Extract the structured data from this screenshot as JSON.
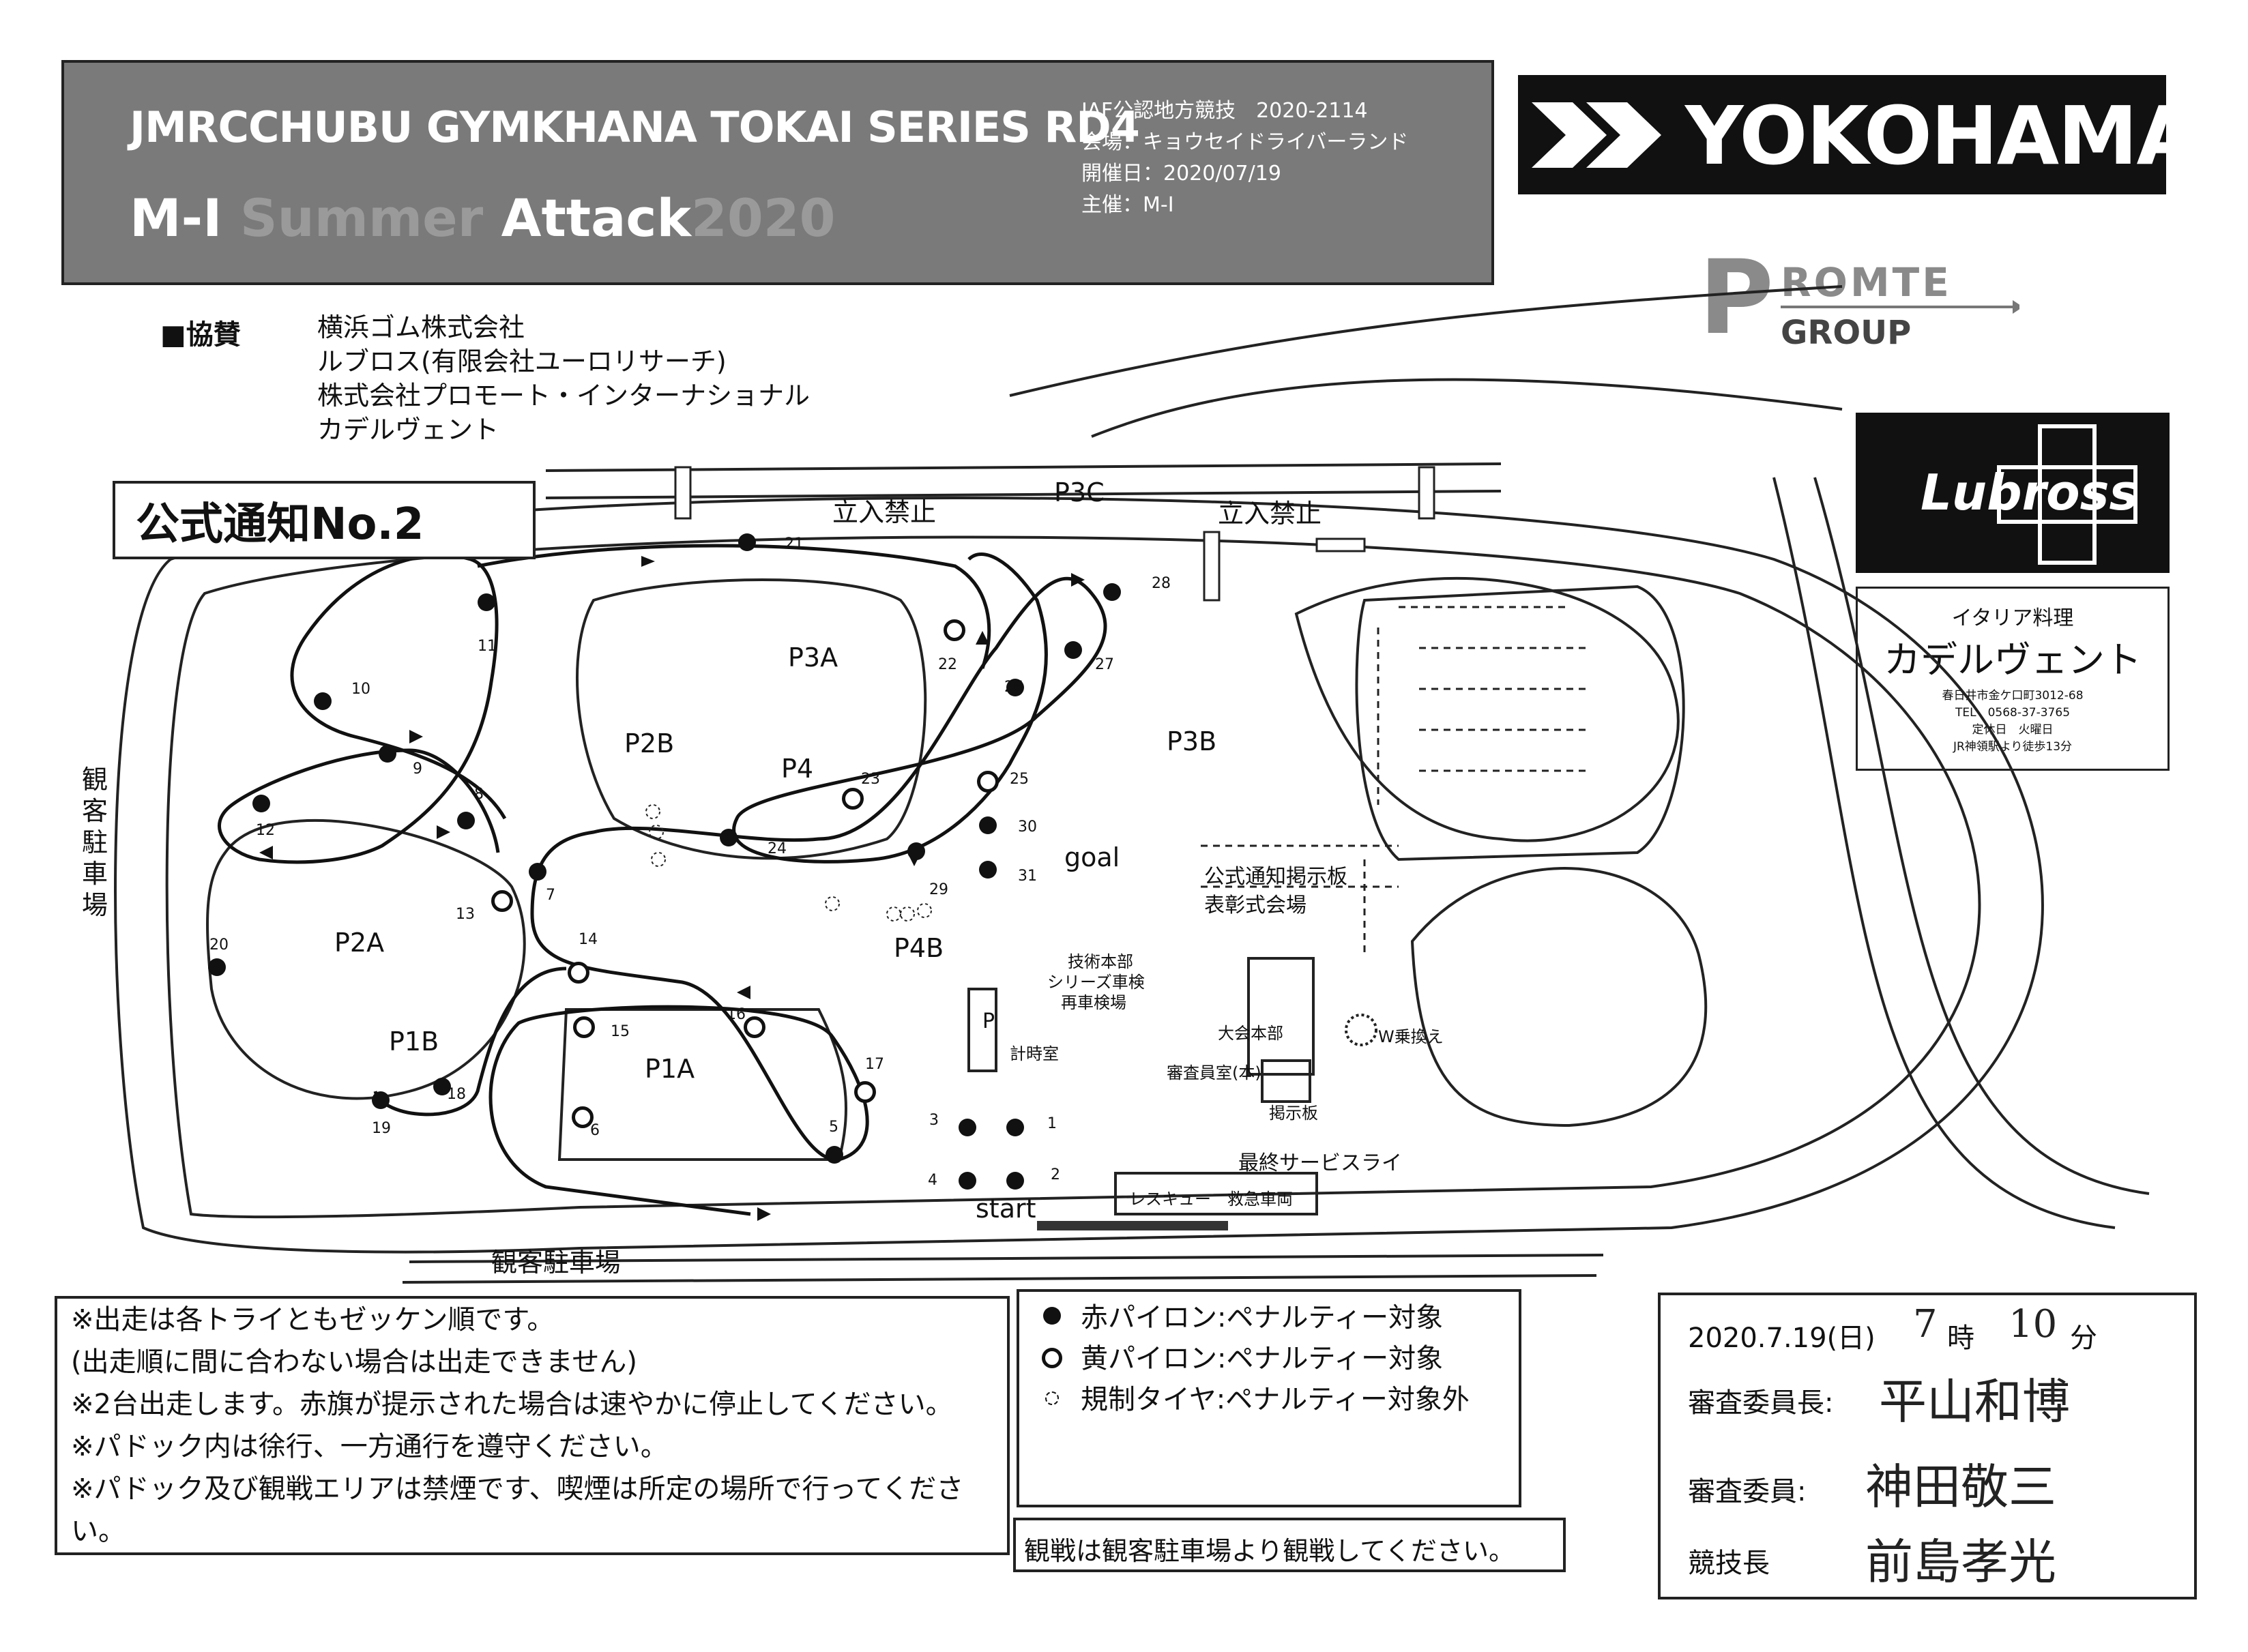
{
  "header": {
    "title": "JMRCCHUBU GYMKHANA TOKAI SERIES RD4",
    "subtitle_parts": [
      "M-I ",
      "Summer ",
      "Attack",
      "2020"
    ],
    "info_lines": [
      "JAF公認地方競技　2020-2114",
      "会場：キョウセイドライバーランド",
      "開催日：2020/07/19",
      "主催：M-I"
    ]
  },
  "sponsors": {
    "heading": "■協賛",
    "items": [
      "横浜ゴム株式会社",
      "ルブロス(有限会社ユーロリサーチ)",
      "株式会社プロモート・インターナショナル",
      "カデルヴェント"
    ]
  },
  "logos": {
    "yokohama": "YOKOHAMA",
    "promte_p": "P",
    "promte_name": "ROMTE",
    "promte_group": "GROUP",
    "lubross": "Lubross",
    "cadel_title": "イタリア料理",
    "cadel_name": "カデルヴェント",
    "cadel_lines": [
      "春日井市金ケ口町3012-68",
      "TEL　0568-37-3765",
      "定休日　火曜日",
      "JR神領駅より徒歩13分"
    ]
  },
  "notice_title": "公式通知No.2",
  "map": {
    "labels": {
      "no_entry_left": "立入禁止",
      "no_entry_right": "立入禁止",
      "p3c": "P3C",
      "p3a": "P3A",
      "p2b": "P2B",
      "p4": "P4",
      "p3b": "P3B",
      "p2a": "P2A",
      "p1b": "P1B",
      "p1a": "P1A",
      "p4b": "P4B",
      "goal": "goal",
      "start": "start",
      "parking_left": "観客駐車場",
      "parking_bottom": "観客駐車場",
      "board": "公式通知掲示板",
      "ceremony": "表彰式会場",
      "tech_hq": "技術本部",
      "series_inspection": "シリーズ車検",
      "reinspection": "再車検場",
      "timing": "計時室",
      "event_hq": "大会本部",
      "judges_room": "審査員室(本)",
      "bulletin": "掲示板",
      "w_change": "W乗換え",
      "final_service": "最終サービスライ",
      "rescue": "レスキュー　救急車両"
    },
    "pylon_numbers": [
      "21",
      "11",
      "10",
      "9",
      "8",
      "12",
      "13",
      "7",
      "14",
      "20",
      "P",
      "1",
      "2",
      "3",
      "4",
      "5",
      "6",
      "15",
      "16",
      "17",
      "18",
      "19",
      "22",
      "23",
      "24",
      "25",
      "26",
      "27",
      "28",
      "29",
      "30",
      "31"
    ]
  },
  "notes": {
    "lines": [
      "※出走は各トライともゼッケン順です。",
      "(出走順に間に合わない場合は出走できません)",
      "※2台出走します。赤旗が提示された場合は速やかに停止してください。",
      "※パドック内は徐行、一方通行を遵守ください。",
      "※パドック及び観戦エリアは禁煙です、喫煙は所定の場所で行ってくださ",
      "い。"
    ]
  },
  "legend": {
    "red": "赤パイロン:ペナルティー対象",
    "yellow": "黄パイロン:ペナルティー対象",
    "tire": "規制タイヤ:ペナルティー対象外"
  },
  "watch_note": "観戦は観客駐車場より観戦してください。",
  "judges": {
    "date": "2020.7.19(日)",
    "hour": "7",
    "hour_unit": "時",
    "minute": "10",
    "minute_unit": "分",
    "chief_label": "審査委員長:",
    "chief_name": "平山和博",
    "member_label": "審査委員:",
    "member_name": "神田敬三",
    "director_label": "競技長",
    "director_name": "前島孝光"
  }
}
